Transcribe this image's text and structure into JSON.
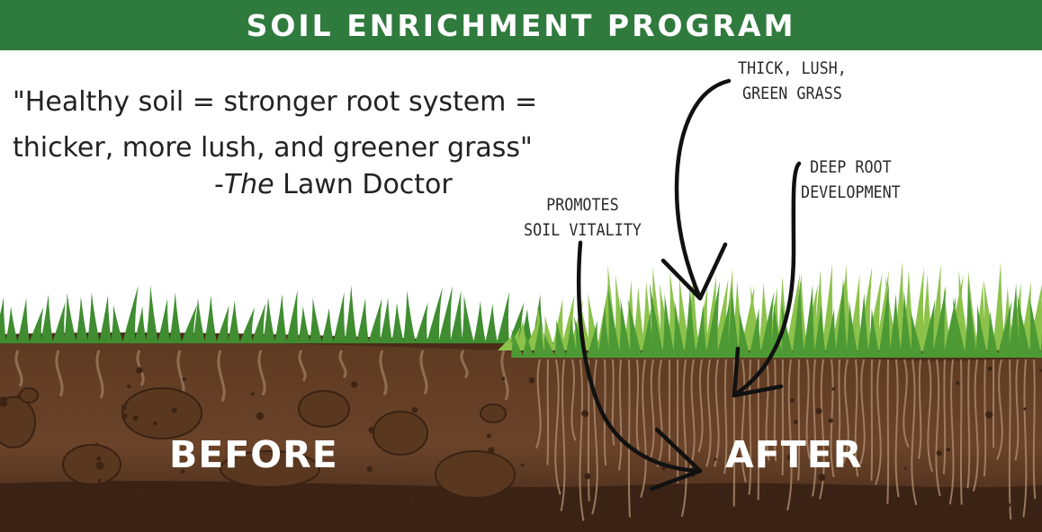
{
  "banner": {
    "title": "SOIL ENRICHMENT PROGRAM"
  },
  "quote": {
    "line1": "\"Healthy soil = stronger root system =",
    "line2": "thicker, more lush, and greener grass\"",
    "attribution_prefix": "-",
    "attribution_italic": "The",
    "attribution_rest": " Lawn Doctor"
  },
  "callouts": {
    "thick_grass": [
      "THICK, LUSH,",
      "GREEN GRASS"
    ],
    "deep_root": [
      "DEEP ROOT",
      "DEVELOPMENT"
    ],
    "soil_vitality": [
      "PROMOTES",
      "SOIL VITALITY"
    ]
  },
  "labels": {
    "before": "BEFORE",
    "after": "AFTER"
  },
  "colors": {
    "banner": "#2f7a3d",
    "grass_light": "#7fb843",
    "grass_dark": "#3c8a2e",
    "soil_top": "#5a3620",
    "soil_mid": "#6b4329",
    "soil_deep": "#3b2416",
    "rock": "#5c3a22"
  }
}
